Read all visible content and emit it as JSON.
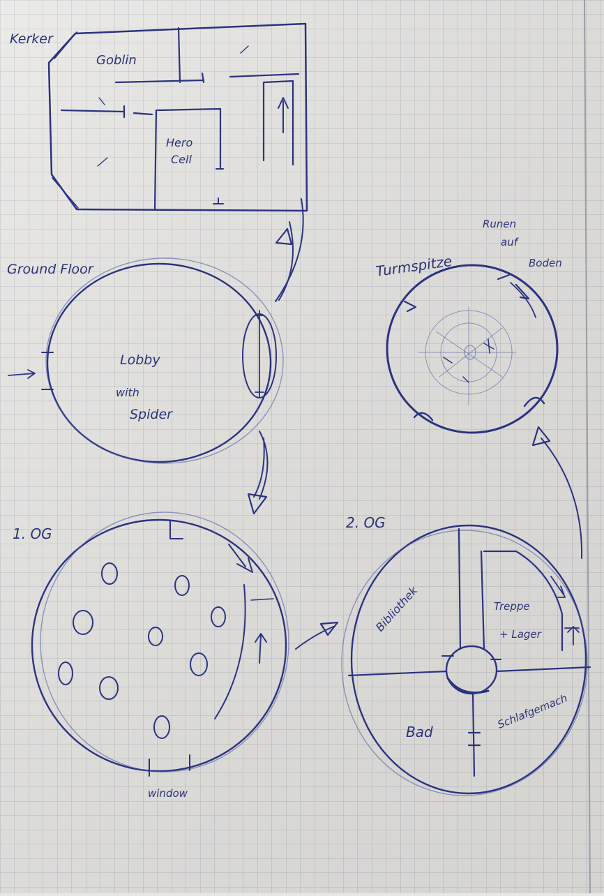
{
  "colors": {
    "paper": "#e8e7e4",
    "grid": "#b9bcc6",
    "ink": "#2a3380",
    "ink_light": "#4a55a0"
  },
  "labels": {
    "kerker": "Kerker",
    "goblin": "Goblin",
    "hero": "Hero",
    "cell": "Cell",
    "ground_floor": "Ground Floor",
    "lobby": "Lobby",
    "with": "with",
    "spider": "Spider",
    "turmspitze": "Turmspitze",
    "runen": "Runen",
    "auf": "auf",
    "boden": "Boden",
    "og1": "1. OG",
    "og2": "2. OG",
    "window": "window",
    "bibliothek": "Bibliothek",
    "treppe": "Treppe",
    "lager": "+ Lager",
    "bad": "Bad",
    "schlafgemach": "Schlafgemach"
  }
}
